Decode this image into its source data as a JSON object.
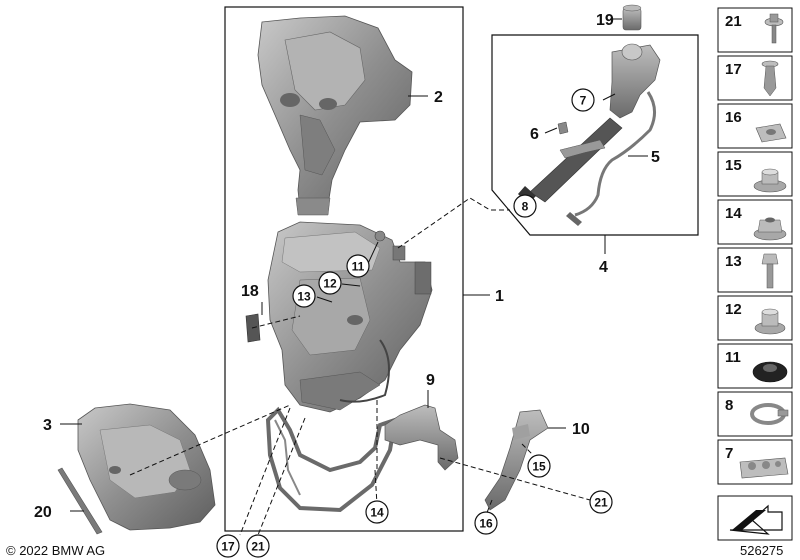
{
  "callouts": {
    "n1": "1",
    "n2": "2",
    "n3": "3",
    "n4": "4",
    "n5": "5",
    "n6": "6",
    "n9": "9",
    "n10": "10",
    "n18": "18",
    "n19": "19",
    "n20": "20"
  },
  "circled": {
    "c7": "7",
    "c8": "8",
    "c11": "11",
    "c12": "12",
    "c13": "13",
    "c14": "14",
    "c15": "15",
    "c16": "16",
    "c17": "17",
    "c21a": "21",
    "c21b": "21"
  },
  "sidebar": {
    "items": [
      {
        "label": "21",
        "icon": "screw-with-washer-icon"
      },
      {
        "label": "17",
        "icon": "expanding-rivet-icon"
      },
      {
        "label": "16",
        "icon": "spring-nut-icon"
      },
      {
        "label": "15",
        "icon": "collar-nut-icon"
      },
      {
        "label": "14",
        "icon": "hex-collar-nut-icon"
      },
      {
        "label": "13",
        "icon": "hex-bolt-icon"
      },
      {
        "label": "12",
        "icon": "bushing-icon"
      },
      {
        "label": "11",
        "icon": "grommet-icon"
      },
      {
        "label": "8",
        "icon": "hose-clamp-icon"
      },
      {
        "label": "7",
        "icon": "hose-holder-icon"
      },
      {
        "label": "",
        "icon": "arrow-pointer-icon"
      }
    ]
  },
  "footer": {
    "copyright": "© 2022 BMW AG",
    "diagram_number": "526275"
  },
  "colors": {
    "part_fill": "#9a9a9a",
    "part_shadow": "#6f6f6f",
    "part_light": "#c8c8c8",
    "line": "#111111"
  }
}
